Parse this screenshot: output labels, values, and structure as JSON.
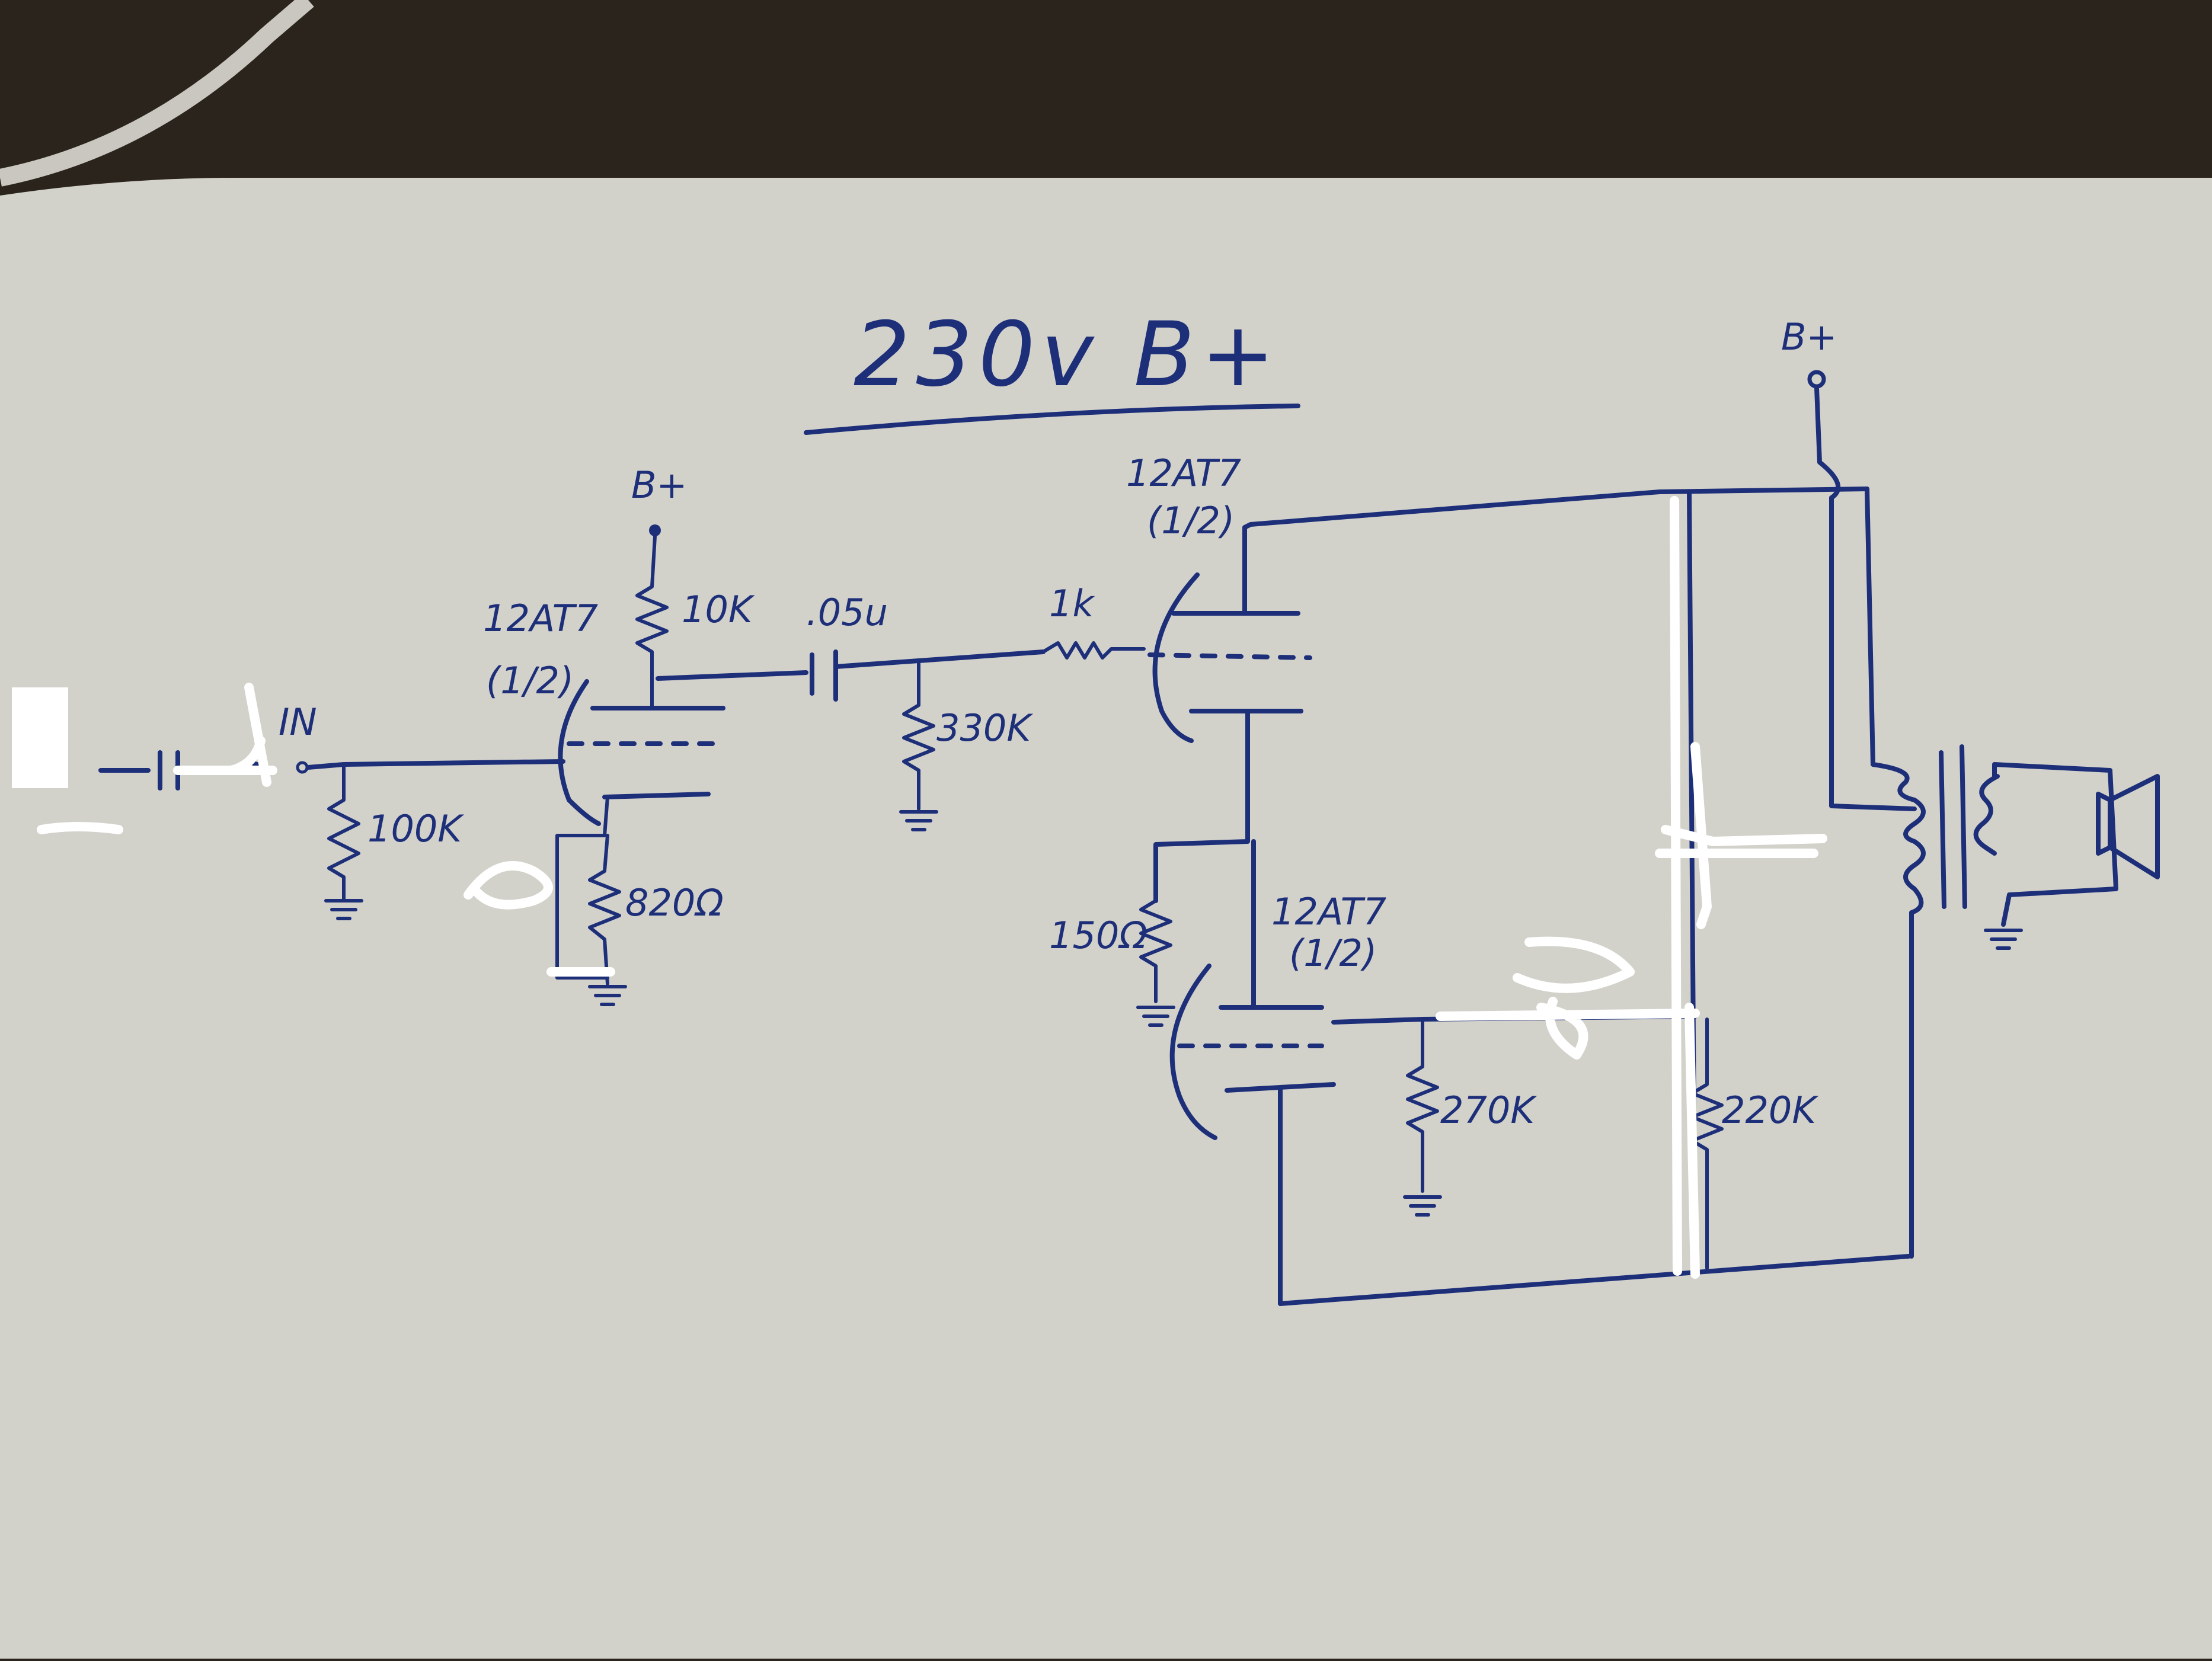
{
  "title": "230v B+",
  "labels": {
    "bplus_left": "B+",
    "bplus_right": "B+",
    "input": "IN",
    "tube1": "12AT7",
    "tube1_half": "(1/2)",
    "tube2": "12AT7",
    "tube2_half": "(1/2)",
    "tube3": "12AT7",
    "tube3_half": "(1/2)",
    "r_plate1": "10K",
    "r_grid_in": "100K",
    "r_cathode1": "820Ω",
    "cap_coupling": ".05u",
    "r_grid_stop": "1k",
    "r_grid2": "330K",
    "r_cathode2": "150Ω",
    "r_grid3": "270K",
    "r_feedback": "220K"
  },
  "colors": {
    "ink": "#1e2f7a",
    "paper": "#d3d2cb",
    "erase": "#ffffff"
  }
}
